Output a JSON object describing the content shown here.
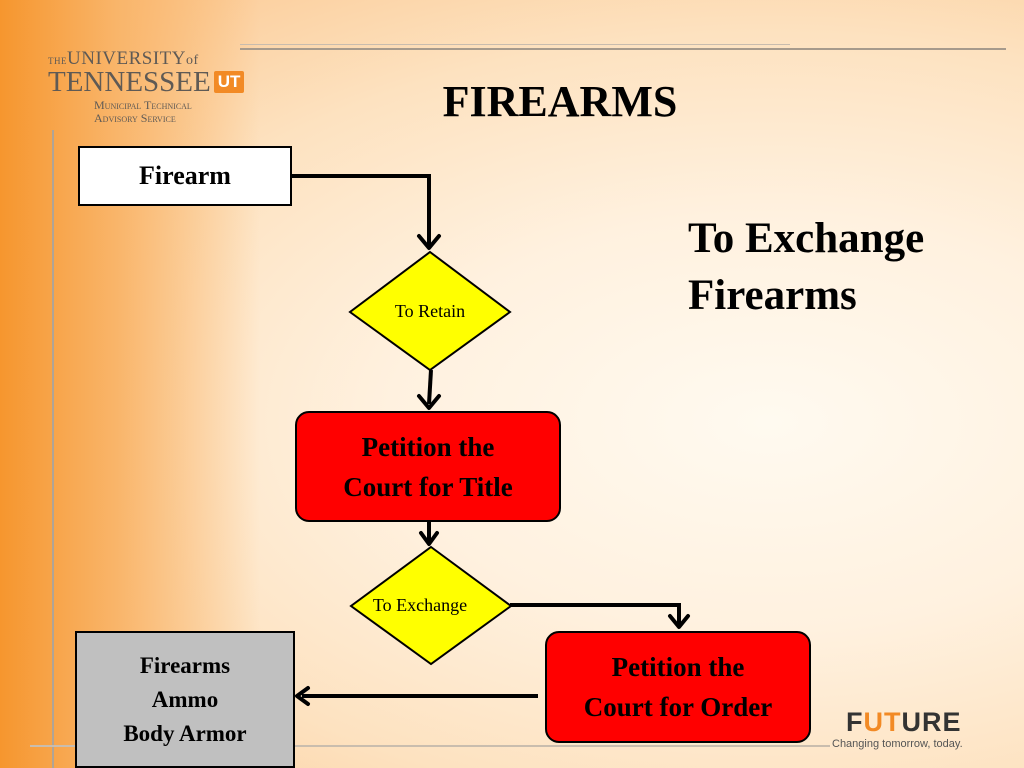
{
  "logo": {
    "line1_small": "THE",
    "line1_main": "UNIVERSITY",
    "line1_of": "of",
    "line2": "TENNESSEE",
    "mark": "UT",
    "line3a": "Municipal Technical",
    "line3b": "Advisory Service"
  },
  "title": "FIREARMS",
  "subtitle": {
    "line1": "To Exchange",
    "line2": "Firearms"
  },
  "nodes": {
    "firearm": "Firearm",
    "retain": "To Retain",
    "petition_title": {
      "line1": "Petition the",
      "line2": "Court for Title"
    },
    "exchange": "To Exchange",
    "petition_order": {
      "line1": "Petition the",
      "line2": "Court for Order"
    },
    "items": {
      "line1": "Firearms",
      "line2": "Ammo",
      "line3": "Body Armor"
    }
  },
  "colors": {
    "decision": "#ffff00",
    "process": "#ff0000",
    "output": "#c0c0c0",
    "accent": "#f28a25"
  },
  "footer": {
    "word_pre": "F",
    "word_mark": "UT",
    "word_post": "URE",
    "tagline": "Changing tomorrow, today."
  }
}
